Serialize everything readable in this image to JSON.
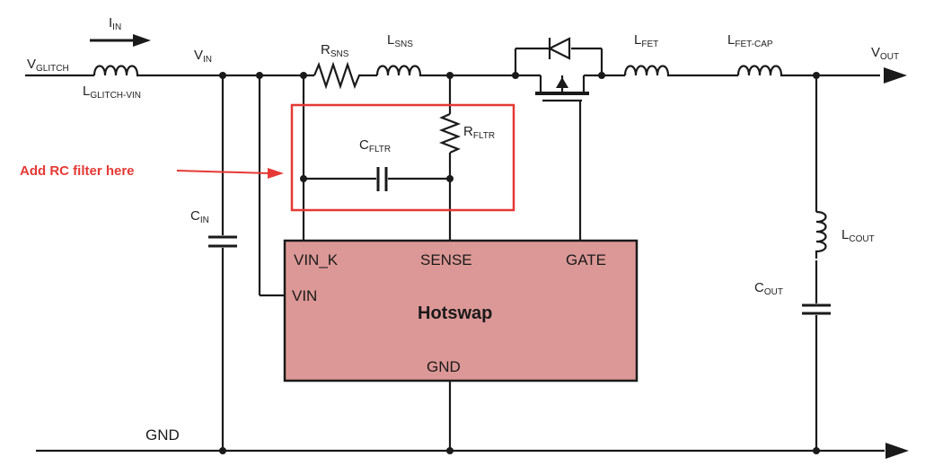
{
  "labels": {
    "v_glitch": {
      "main": "V",
      "sub": "GLITCH"
    },
    "i_in": {
      "main": "I",
      "sub": "IN"
    },
    "l_glitch_vin": {
      "main": "L",
      "sub": "GLITCH-VIN"
    },
    "v_in": {
      "main": "V",
      "sub": "IN"
    },
    "r_sns": {
      "main": "R",
      "sub": "SNS"
    },
    "l_sns": {
      "main": "L",
      "sub": "SNS"
    },
    "l_fet": {
      "main": "L",
      "sub": "FET"
    },
    "l_fet_cap": {
      "main": "L",
      "sub": "FET-CAP"
    },
    "v_out": {
      "main": "V",
      "sub": "OUT"
    },
    "c_fltr": {
      "main": "C",
      "sub": "FLTR"
    },
    "r_fltr": {
      "main": "R",
      "sub": "FLTR"
    },
    "c_in": {
      "main": "C",
      "sub": "IN"
    },
    "l_cout": {
      "main": "L",
      "sub": "COUT"
    },
    "c_out": {
      "main": "C",
      "sub": "OUT"
    },
    "gnd": "GND"
  },
  "annotation": "Add RC filter here",
  "chip": {
    "title": "Hotswap",
    "pins": {
      "vin_k": "VIN_K",
      "sense": "SENSE",
      "gate": "GATE",
      "vin": "VIN",
      "gnd": "GND"
    }
  },
  "colors": {
    "chip_fill": "#dc9896",
    "annotation": "#e53935",
    "wire": "#1a1a1a"
  }
}
